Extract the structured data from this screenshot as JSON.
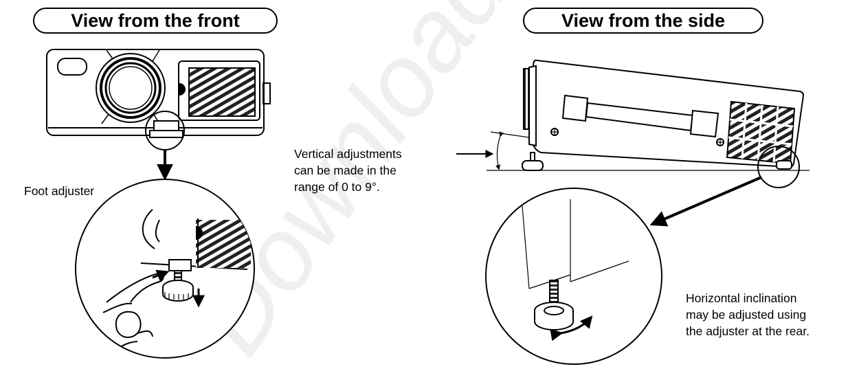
{
  "front_title": "View from the front",
  "side_title": "View from the side",
  "foot_adjuster_label": "Foot adjuster",
  "vertical_note": [
    "Vertical adjustments",
    "can be made in the",
    "range of 0 to 9°."
  ],
  "horizontal_note": [
    "Horizontal inclination",
    "may be adjusted using",
    "the adjuster at the rear."
  ],
  "watermark": "Downloaded from"
}
